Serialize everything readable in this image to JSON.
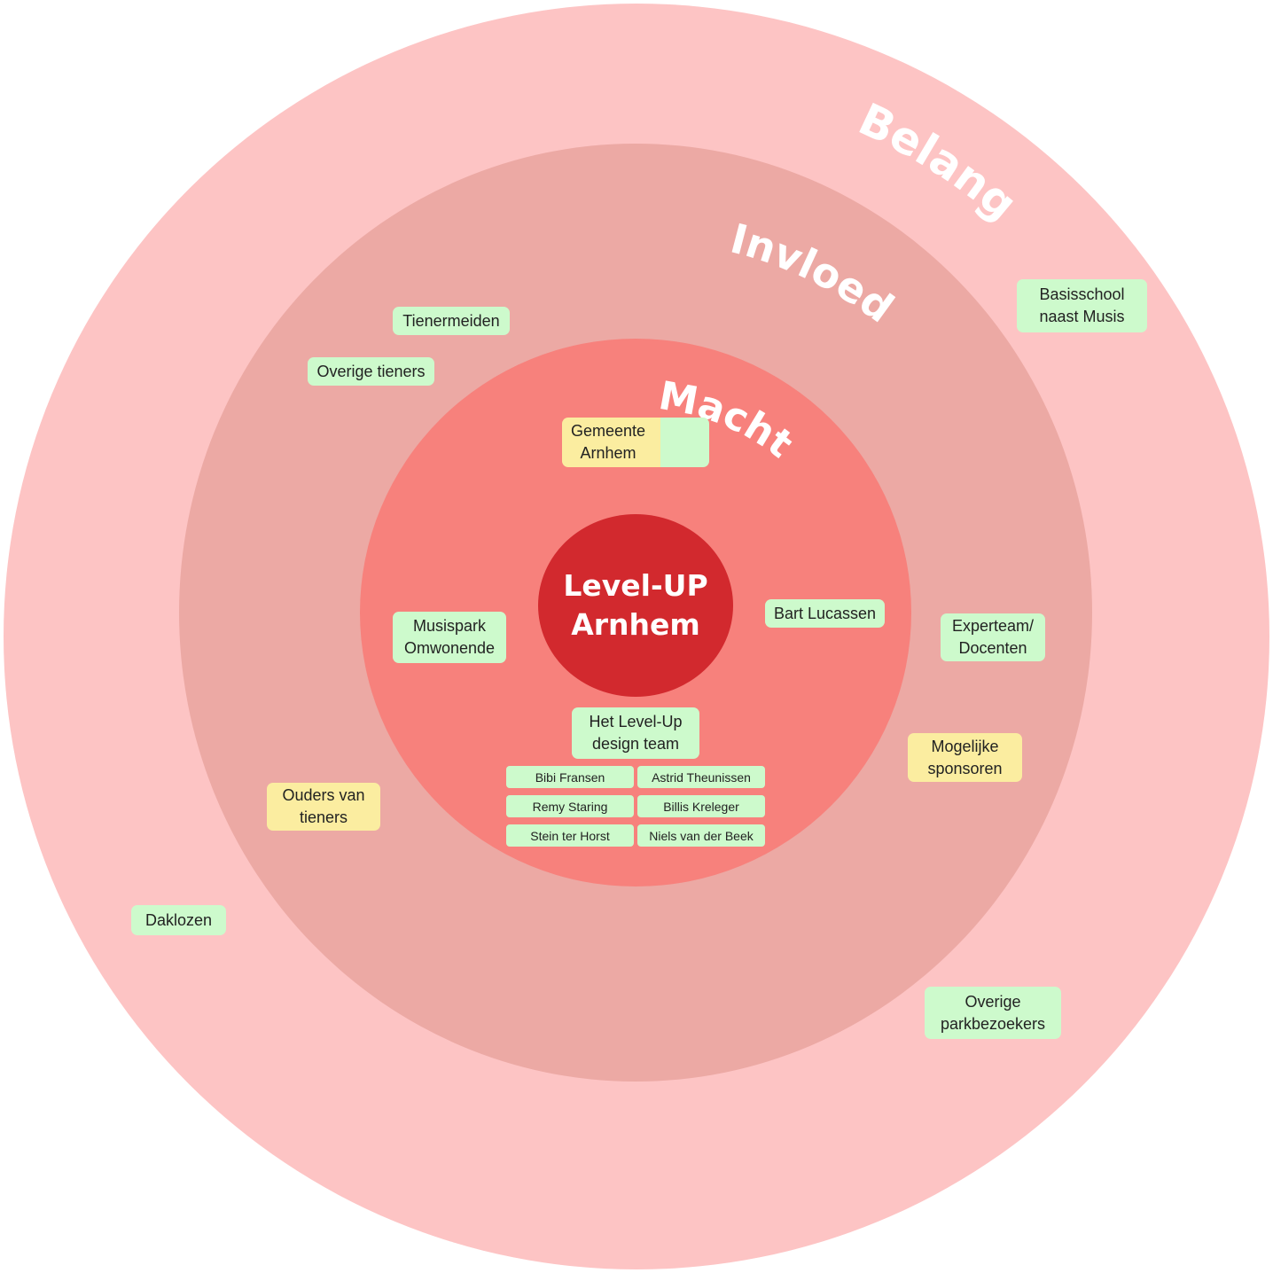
{
  "rings": {
    "outer": {
      "label": "Belang",
      "color": "#fdc4c4"
    },
    "middle": {
      "label": "Invloed",
      "color": "#eca9a4"
    },
    "inner": {
      "label": "Macht",
      "color": "#f7817c"
    }
  },
  "core": {
    "line1": "Level-UP",
    "line2": "Arnhem",
    "color": "#d2292e"
  },
  "colors": {
    "green": "#cdfacc",
    "yellow": "#fbeda0"
  },
  "stakeholders": {
    "tienermeiden": "Tienermeiden",
    "overige_tieners": "Overige tieners",
    "basisschool": "Basisschool\nnaast Musis",
    "gemeente": "Gemeente\nArnhem",
    "musispark": "Musispark\nOmwonende",
    "bart": "Bart Lucassen",
    "experteam": "Experteam/\nDocenten",
    "design_team": "Het Level-Up\ndesign team",
    "sponsoren": "Mogelijke\nsponsoren",
    "ouders": "Ouders van\ntieners",
    "daklozen": "Daklozen",
    "parkbezoekers": "Overige\nparkbezoekers"
  },
  "team_members": [
    "Bibi Fransen",
    "Astrid Theunissen",
    "Remy Staring",
    "Billis Kreleger",
    "Stein ter Horst",
    "Niels van der Beek"
  ]
}
